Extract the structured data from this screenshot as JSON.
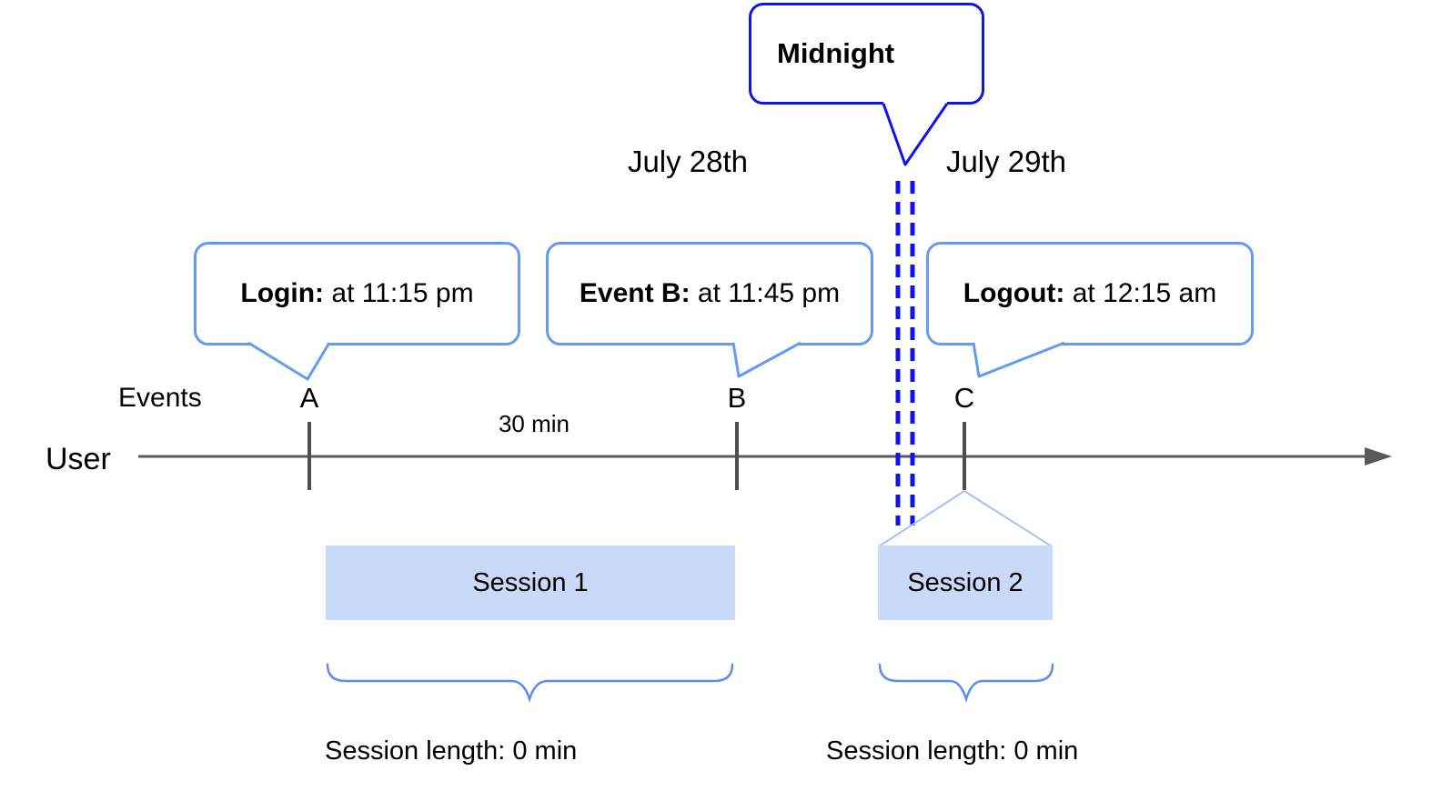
{
  "diagram": {
    "dates": {
      "before": "July 28th",
      "after": "July 29th"
    },
    "midnight": {
      "label": "Midnight"
    },
    "axis": {
      "events_label": "Events",
      "user_label": "User",
      "interval_label": "30 min"
    },
    "markers": {
      "a": "A",
      "b": "B",
      "c": "C"
    },
    "callouts": {
      "login": {
        "bold": "Login:",
        "rest": " at 11:15 pm"
      },
      "event_b": {
        "bold": "Event B:",
        "rest": " at 11:45 pm"
      },
      "logout": {
        "bold": "Logout:",
        "rest": " at 12:15 am"
      }
    },
    "sessions": {
      "s1": {
        "label": "Session 1",
        "length": "Session length: 0 min"
      },
      "s2": {
        "label": "Session 2",
        "length": "Session length: 0 min"
      }
    },
    "colors": {
      "midnight_blue": "#0d15e8",
      "callout_border": "#649af0",
      "session_fill": "#c9daf8",
      "funnel_line": "#a4c2f4",
      "axis_gray": "#595959",
      "tick_gray": "#4d4d4d",
      "brace_blue": "#5b8def"
    }
  }
}
